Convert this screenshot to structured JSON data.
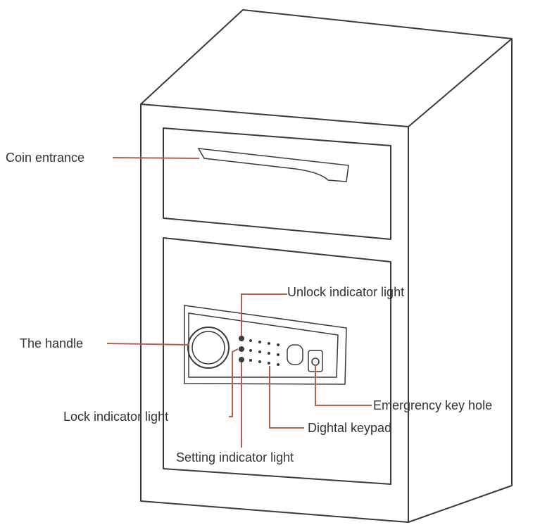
{
  "labels": {
    "coin_entrance": "Coin entrance",
    "the_handle": "The handle",
    "unlock_indicator_light": "Unlock indicator light",
    "lock_indicator_light": "Lock indicator light",
    "setting_indicator_light": "Setting indicator light",
    "digital_keypad": "Dightal keypad",
    "emergency_key_hole": "Emergrency key hole"
  },
  "colors": {
    "outline": "#3a3a3a",
    "leader": "#b8614a",
    "text": "#333333"
  }
}
